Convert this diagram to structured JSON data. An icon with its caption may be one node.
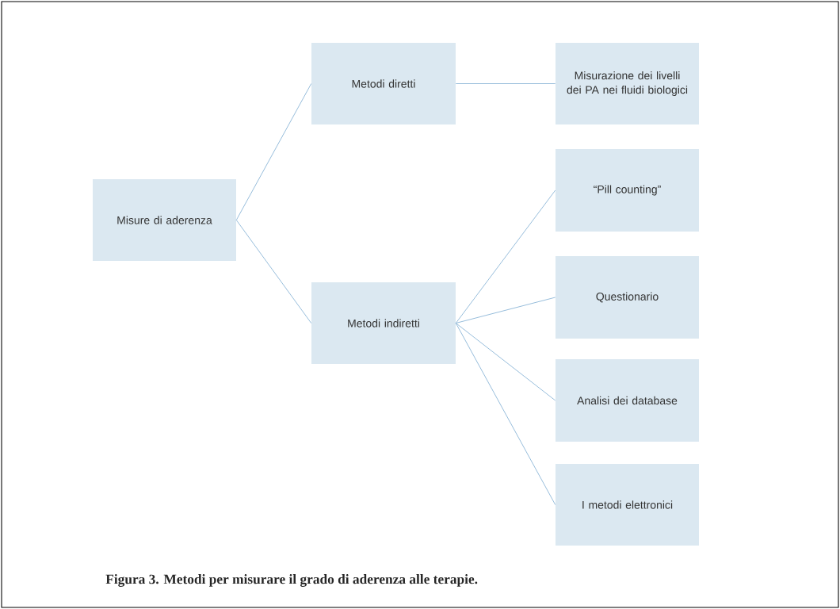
{
  "diagram": {
    "caption": "Figura 3. Metodi per misurare il grado di aderenza alle terapie.",
    "nodes": [
      {
        "text": [
          "Misure di aderenza"
        ]
      },
      {
        "text": [
          "Metodi diretti"
        ]
      },
      {
        "text": [
          "Metodi indiretti"
        ]
      },
      {
        "text": [
          "Misurazione dei livelli dei PA nei fluidi biologici"
        ]
      },
      {
        "text": [
          "“Pill counting”"
        ]
      },
      {
        "text": [
          "Questionario"
        ]
      },
      {
        "text": [
          "Analisi dei database"
        ]
      },
      {
        "text": [
          "I metodi elettronici"
        ]
      }
    ],
    "edges": [
      {
        "from": 0,
        "to": 1,
        "arrow": "none"
      },
      {
        "from": 0,
        "to": 2,
        "arrow": "none"
      },
      {
        "from": 1,
        "to": 3,
        "arrow": "none"
      },
      {
        "from": 2,
        "to": 4,
        "arrow": "none"
      },
      {
        "from": 2,
        "to": 5,
        "arrow": "none"
      },
      {
        "from": 2,
        "to": 6,
        "arrow": "none"
      },
      {
        "from": 2,
        "to": 7,
        "arrow": "none"
      }
    ]
  }
}
